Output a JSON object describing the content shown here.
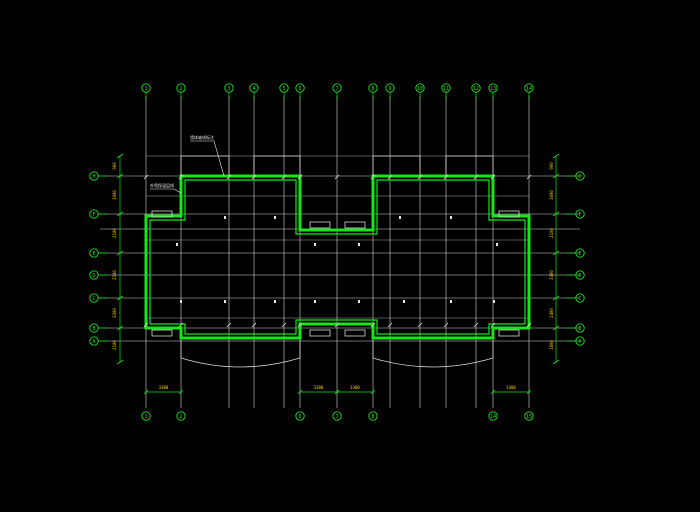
{
  "colors": {
    "background": "#000000",
    "wall": "#19e619",
    "grid_line": "#d8d8d8",
    "axis_bubble": "#19e619",
    "dimension": "#19e619",
    "annotation": "#e6e6e6",
    "dim_text": "#ffd200"
  },
  "top_axis_labels": [
    "1",
    "2",
    "3",
    "4",
    "5",
    "6",
    "7",
    "8",
    "9",
    "10",
    "11",
    "12",
    "13",
    "14",
    "15"
  ],
  "bottom_axis_labels": [
    "1",
    "2",
    "6",
    "7",
    "8",
    "14",
    "15"
  ],
  "left_axis_labels": [
    "H",
    "F",
    "E",
    "D",
    "C",
    "B",
    "A"
  ],
  "right_axis_labels": [
    "H",
    "F",
    "E",
    "D",
    "C",
    "B",
    "A"
  ],
  "annotations": [
    {
      "text": "墙体轴线标注"
    },
    {
      "text": "外墙保温层线"
    }
  ],
  "bottom_dims": [
    "3300",
    "3300",
    "3300",
    "3300"
  ],
  "left_dims": [
    "900",
    "3000",
    "2100",
    "2100",
    "3300",
    "2100"
  ],
  "right_dims": [
    "900",
    "3000",
    "2100",
    "3300",
    "2400",
    "1800"
  ]
}
